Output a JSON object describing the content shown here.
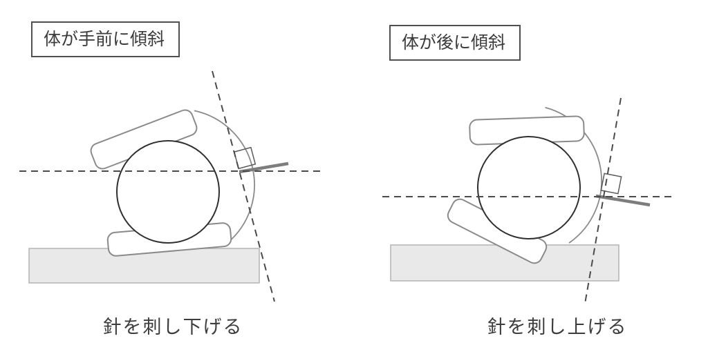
{
  "figure": {
    "background": "#ffffff",
    "panels": [
      {
        "id": "lean-forward",
        "title": "体が手前に傾斜",
        "caption": "針を刺し下げる"
      },
      {
        "id": "lean-backward",
        "title": "体が後に傾斜",
        "caption": "針を刺し上げる"
      }
    ],
    "colors": {
      "background": "#ffffff",
      "outline_dark": "#2f2f2f",
      "outline_gray": "#8a8a8a",
      "dashed_line": "#4a4a4a",
      "needle": "#7d7d7d",
      "table_fill": "#e9e9e9",
      "text": "#3c3c3c"
    }
  }
}
